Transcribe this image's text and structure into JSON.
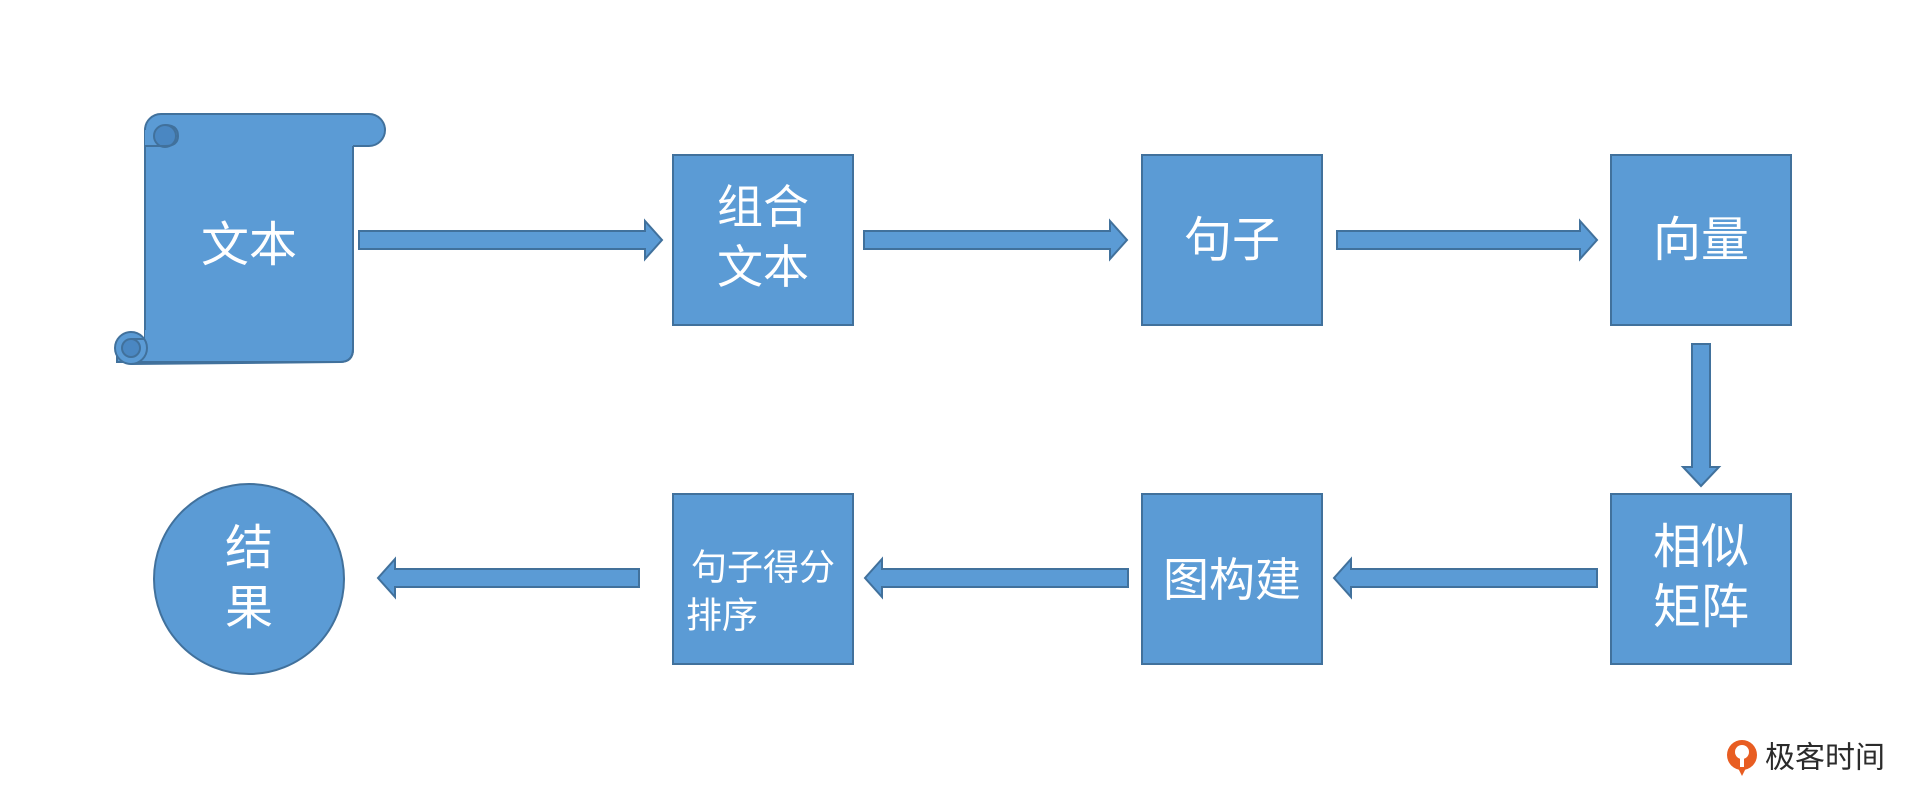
{
  "diagram": {
    "colors": {
      "fill": "#5b9bd5",
      "stroke": "#41719c",
      "text": "#ffffff"
    },
    "nodes": {
      "text": "文本",
      "combined": {
        "line1": "组合",
        "line2": "文本"
      },
      "sentence": "句子",
      "vector": "向量",
      "similarity": {
        "line1": "相似",
        "line2": "矩阵"
      },
      "graph": "图构建",
      "rank": {
        "line1": "句子得分",
        "line2": "排序"
      },
      "result": {
        "line1": "结",
        "line2": "果"
      }
    }
  },
  "watermark": {
    "text": "极客时间",
    "icon": "geektime-logo-icon",
    "color": "#e85d22"
  }
}
